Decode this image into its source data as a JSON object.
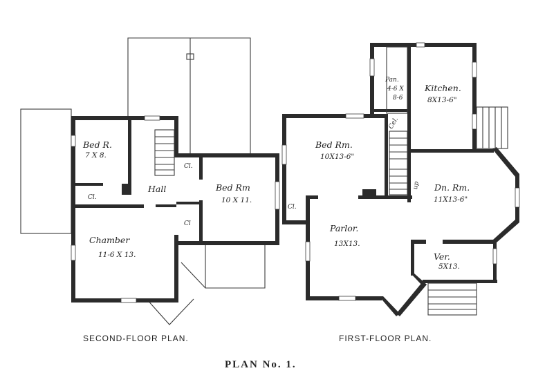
{
  "captions": {
    "second_floor": "SECOND-FLOOR PLAN.",
    "first_floor": "FIRST-FLOOR PLAN.",
    "title": "PLAN No. 1."
  },
  "second_floor": {
    "bed_r": {
      "name": "Bed R.",
      "dims": "7 X 8."
    },
    "cl_left": "Cl.",
    "cl_upper": "Cl.",
    "cl_lower": "Cl",
    "hall": "Hall",
    "bed_rm": {
      "name": "Bed Rm",
      "dims": "10 X 11."
    },
    "chamber": {
      "name": "Chamber",
      "dims": "11-6 X 13."
    }
  },
  "first_floor": {
    "bed_rm": {
      "name": "Bed Rm.",
      "dims": "10X13-6\""
    },
    "cl": "Cl.",
    "pan": {
      "name": "Pan.",
      "dims_1": "4-6 X",
      "dims_2": "8-6"
    },
    "kitchen": {
      "name": "Kitchen.",
      "dims": "8X13-6\""
    },
    "cel": "Cel.",
    "up": "up",
    "dn_rm": {
      "name": "Dn. Rm.",
      "dims": "11X13-6\""
    },
    "parlor": {
      "name": "Parlor.",
      "dims": "13X13."
    },
    "ver": {
      "name": "Ver.",
      "dims": "5X13."
    }
  }
}
